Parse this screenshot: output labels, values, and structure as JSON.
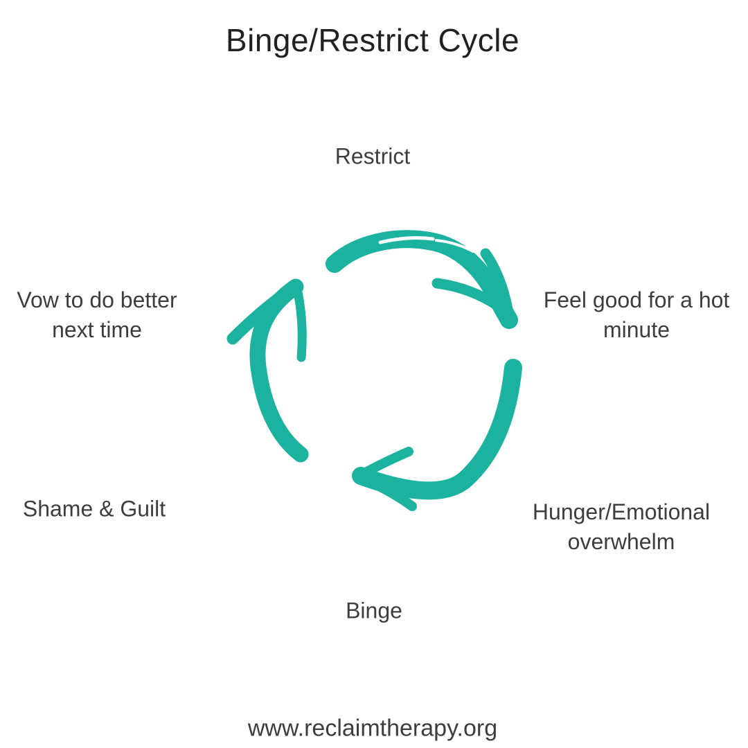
{
  "title": "Binge/Restrict Cycle",
  "colors": {
    "accent": "#1BB2A0",
    "title_text": "#212121",
    "label_text": "#3D3D3D",
    "background": "#FFFFFF"
  },
  "diagram": {
    "type": "cycle",
    "direction": "clockwise",
    "steps": [
      {
        "id": "restrict",
        "label": "Restrict",
        "position": "top"
      },
      {
        "id": "feel-good",
        "label": "Feel good for a hot\nminute",
        "position": "right"
      },
      {
        "id": "hunger-emotional-overwhelm",
        "label": "Hunger/Emotional\noverwhelm",
        "position": "bottom-right"
      },
      {
        "id": "binge",
        "label": "Binge",
        "position": "bottom"
      },
      {
        "id": "shame-guilt",
        "label": "Shame & Guilt",
        "position": "bottom-left"
      },
      {
        "id": "vow-to-do-better",
        "label": "Vow to do better\nnext time",
        "position": "left"
      }
    ]
  },
  "footer": {
    "url": "www.reclaimtherapy.org"
  }
}
